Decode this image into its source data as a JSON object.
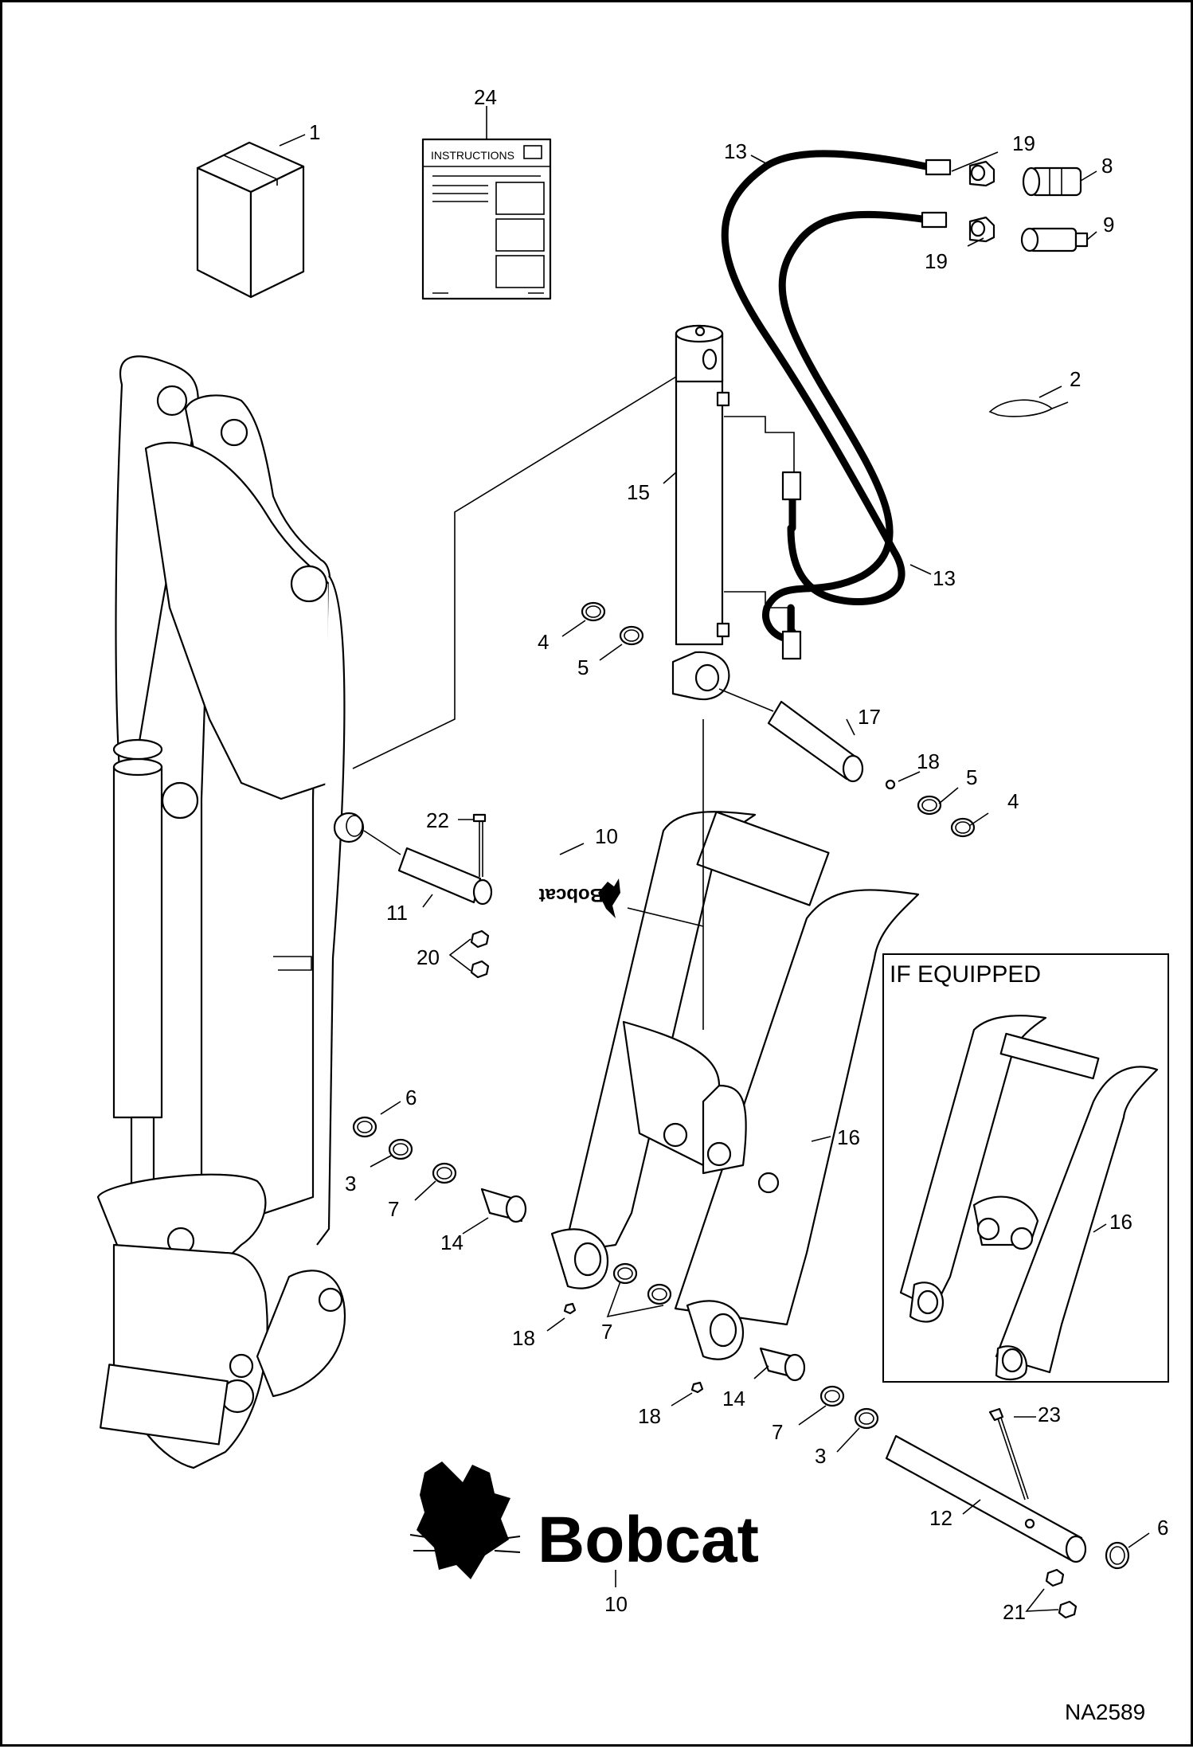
{
  "diagram": {
    "code": "NA2589",
    "inset_title": "IF EQUIPPED",
    "instructions_label": "INSTRUCTIONS",
    "logo_word": "Bobcat",
    "decal_word": "Bobcat"
  },
  "labels": [
    {
      "id": "c1",
      "text": "1"
    },
    {
      "id": "c24",
      "text": "24"
    },
    {
      "id": "c13a",
      "text": "13"
    },
    {
      "id": "c19a",
      "text": "19"
    },
    {
      "id": "c8",
      "text": "8"
    },
    {
      "id": "c9",
      "text": "9"
    },
    {
      "id": "c19b",
      "text": "19"
    },
    {
      "id": "c2",
      "text": "2"
    },
    {
      "id": "c15",
      "text": "15"
    },
    {
      "id": "c13b",
      "text": "13"
    },
    {
      "id": "c4a",
      "text": "4"
    },
    {
      "id": "c5a",
      "text": "5"
    },
    {
      "id": "c17",
      "text": "17"
    },
    {
      "id": "c18a",
      "text": "18"
    },
    {
      "id": "c5b",
      "text": "5"
    },
    {
      "id": "c4b",
      "text": "4"
    },
    {
      "id": "c22",
      "text": "22"
    },
    {
      "id": "c10a",
      "text": "10"
    },
    {
      "id": "c11",
      "text": "11"
    },
    {
      "id": "c20",
      "text": "20"
    },
    {
      "id": "c6a",
      "text": "6"
    },
    {
      "id": "c3a",
      "text": "3"
    },
    {
      "id": "c7a",
      "text": "7"
    },
    {
      "id": "c14a",
      "text": "14"
    },
    {
      "id": "c16a",
      "text": "16"
    },
    {
      "id": "c18b",
      "text": "18"
    },
    {
      "id": "c7b",
      "text": "7"
    },
    {
      "id": "c18c",
      "text": "18"
    },
    {
      "id": "c14b",
      "text": "14"
    },
    {
      "id": "c7c",
      "text": "7"
    },
    {
      "id": "c3b",
      "text": "3"
    },
    {
      "id": "c23",
      "text": "23"
    },
    {
      "id": "c12",
      "text": "12"
    },
    {
      "id": "c6b",
      "text": "6"
    },
    {
      "id": "c21",
      "text": "21"
    },
    {
      "id": "c10b",
      "text": "10"
    },
    {
      "id": "c16b",
      "text": "16"
    }
  ]
}
